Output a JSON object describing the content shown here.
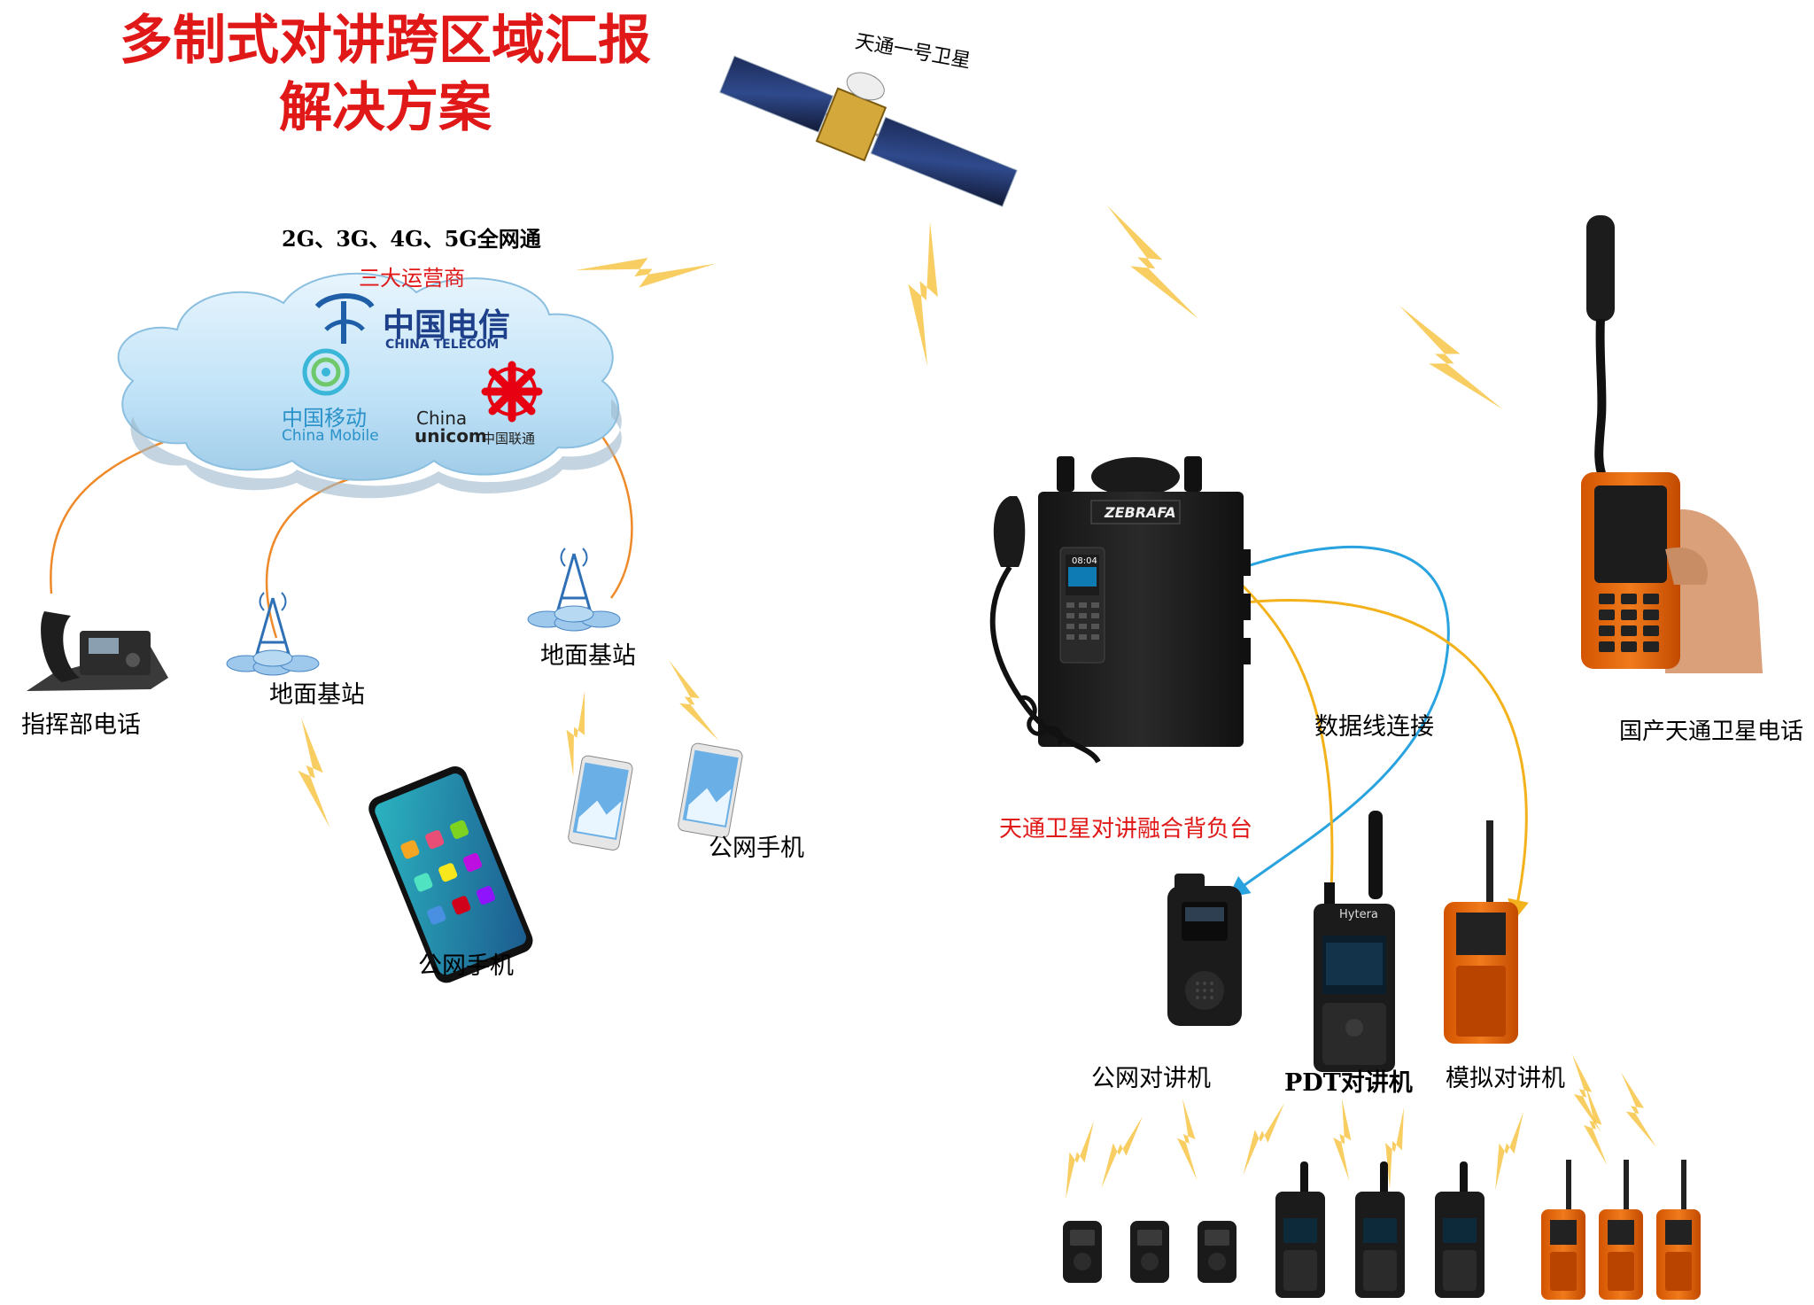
{
  "title": {
    "line1": "多制式对讲跨区域汇报",
    "line2": "解决方案"
  },
  "satellite": {
    "label": "天通一号卫星"
  },
  "network": {
    "coverage": "2G、3G、4G、5G全网通",
    "operators": "三大运营商",
    "brands": {
      "telecom_cn": "中国电信",
      "telecom_en": "CHINA TELECOM",
      "mobile_cn": "中国移动",
      "mobile_en": "China Mobile",
      "unicom_en1": "China",
      "unicom_en2": "unicom",
      "unicom_cn": "中国联通"
    }
  },
  "nodes": {
    "command_phone": "指挥部电话",
    "base_station_1": "地面基站",
    "base_station_2": "地面基站",
    "public_phone_1": "公网手机",
    "public_phone_2": "公网手机",
    "backpack": "天通卫星对讲融合背负台",
    "backpack_brand": "ZEBRAFA",
    "backpack_screen_time": "08:04",
    "data_link": "数据线连接",
    "sat_phone": "国产天通卫星电话",
    "radio_public": "公网对讲机",
    "radio_pdt": "PDT对讲机",
    "radio_analog": "模拟对讲机",
    "radio_brand": "Hytera"
  },
  "colors": {
    "title": "#e01818",
    "link_orange": "#ef8a2a",
    "link_blue": "#29a3e0",
    "link_gold": "#f3b21b",
    "bolt": "#f7c646",
    "cloud": "#cfe9fa"
  }
}
